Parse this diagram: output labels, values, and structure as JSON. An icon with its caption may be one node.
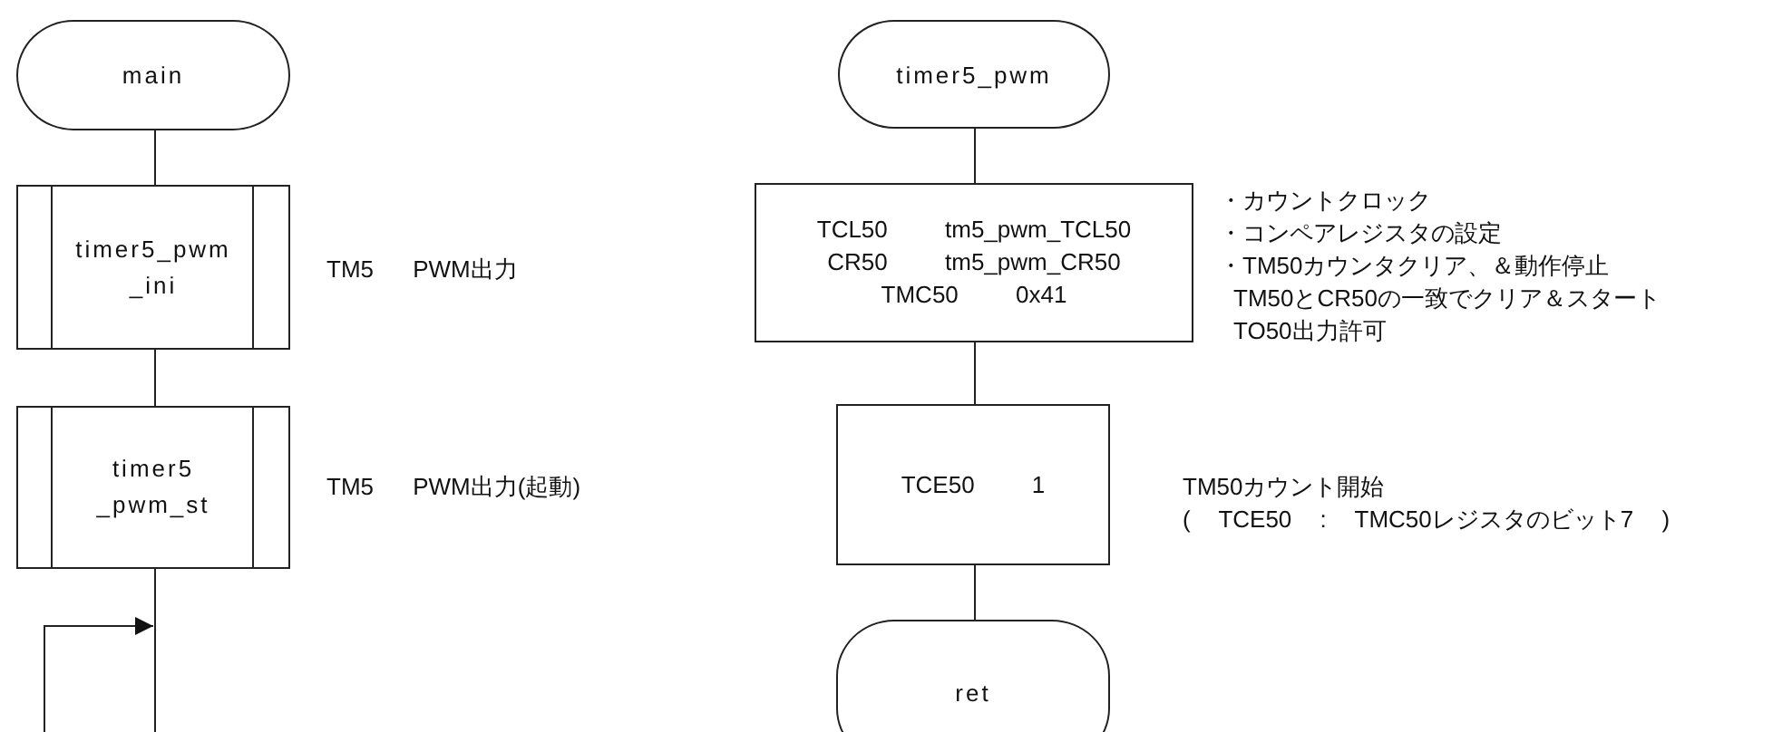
{
  "diagram": {
    "nodes": [
      {
        "text": [
          "main"
        ]
      },
      {
        "text": [
          "timer5_pwm _ini"
        ],
        "beside": [
          "TM5 PWM出力"
        ]
      },
      {
        "text": [
          "timer5 _pwm_st"
        ],
        "beside": [
          "TM5 PWM出力(起動)"
        ]
      },
      {
        "text": [
          "timer5_pwm"
        ]
      },
      {
        "text": [
          "TCL50 tm5_pwm_TCL50",
          "CR50 tm5_pwm_CR50",
          "TMC50 0x41"
        ],
        "beside": [
          "・カウントクロック",
          "・コンペアレジスタの設定",
          "・TM50カウンタクリア、＆動作停止",
          "TM50とCR50の一致でクリア＆スタート",
          "TO50出力許可"
        ]
      },
      {
        "text": [
          "TCE50 1"
        ],
        "beside": [
          "TM50カウント開始",
          "( TCE50 : TMC50レジスタのビット7 )"
        ]
      },
      {
        "text": [
          "ret"
        ]
      }
    ],
    "edges": [
      {
        "from": 0,
        "to": 1,
        "arrow": "none"
      },
      {
        "from": 1,
        "to": 2,
        "arrow": "none"
      },
      {
        "from": 2,
        "to": null,
        "arrow": "none"
      },
      {
        "from": 3,
        "to": 4,
        "arrow": "none"
      },
      {
        "from": 4,
        "to": 5,
        "arrow": "none"
      },
      {
        "from": 5,
        "to": 6,
        "arrow": "none"
      }
    ]
  }
}
